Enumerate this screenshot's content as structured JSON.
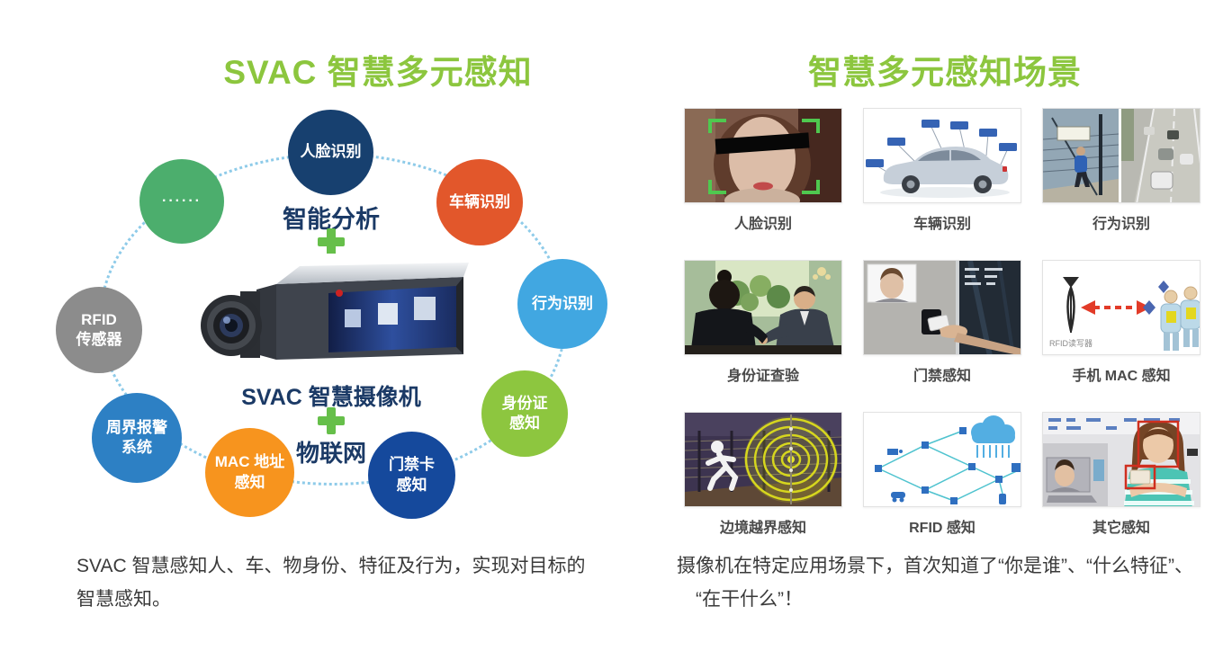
{
  "left_panel": {
    "title": "SVAC 智慧多元感知",
    "center": {
      "analysis_label": "智能分析",
      "camera_label": "SVAC 智慧摄像机",
      "iot_label": "物联网"
    },
    "bubbles": [
      {
        "id": "face-recognition",
        "label": "人脸识别",
        "color": "#17406f"
      },
      {
        "id": "vehicle-recognition",
        "label": "车辆识别",
        "color": "#e2572b"
      },
      {
        "id": "behavior-recognition",
        "label": "行为识别",
        "color": "#41a7e1"
      },
      {
        "id": "id-card-sensing",
        "label": "身份证\n感知",
        "color": "#8dc63f"
      },
      {
        "id": "door-card-sensing",
        "label": "门禁卡\n感知",
        "color": "#15499c"
      },
      {
        "id": "mac-address-sensing",
        "label": "MAC 地址\n感知",
        "color": "#f7941e"
      },
      {
        "id": "perimeter-alarm",
        "label": "周界报警\n系统",
        "color": "#2d80c4"
      },
      {
        "id": "rfid-sensor",
        "label": "RFID\n传感器",
        "color": "#8c8c8c"
      },
      {
        "id": "more",
        "label": "······",
        "color": "#4cae6d"
      }
    ],
    "caption": "SVAC 智慧感知人、车、物身份、特征及行为，实现对目标的\n智慧感知。"
  },
  "right_panel": {
    "title": "智慧多元感知场景",
    "scenes": [
      {
        "label": "人脸识别"
      },
      {
        "label": "车辆识别"
      },
      {
        "label": "行为识别"
      },
      {
        "label": "身份证查验"
      },
      {
        "label": "门禁感知"
      },
      {
        "label": "手机 MAC 感知",
        "sub_label": "RFID读写器"
      },
      {
        "label": "边境越界感知"
      },
      {
        "label": "RFID 感知"
      },
      {
        "label": "其它感知"
      }
    ],
    "caption": "摄像机在特定应用场景下，首次知道了“你是谁”、“什么特征”、\n　“在干什么”！"
  },
  "colors": {
    "title_green": "#8cc63e",
    "navy_text": "#1b3a66",
    "plus_green": "#66bf4a",
    "dotted_ring": "#8ecbe9",
    "body_text": "#3a3a3a",
    "grid_caption": "#4a4a4a"
  },
  "icons": {
    "plus_icon": "+",
    "face_frame_icon": "green corner brackets",
    "detection_box_icon": "red rectangle"
  }
}
